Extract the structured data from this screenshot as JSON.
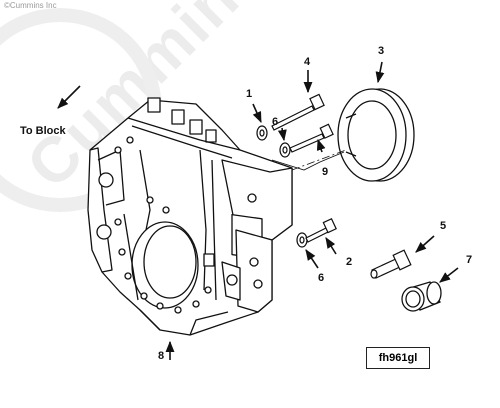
{
  "watermark": {
    "copyright": "©Cummins Inc",
    "brand": "Cummins"
  },
  "diagram": {
    "direction_label": "To Block",
    "figure_id": "fh961gl",
    "callouts": [
      "1",
      "2",
      "3",
      "4",
      "5",
      "6",
      "6",
      "7",
      "8",
      "9"
    ]
  }
}
